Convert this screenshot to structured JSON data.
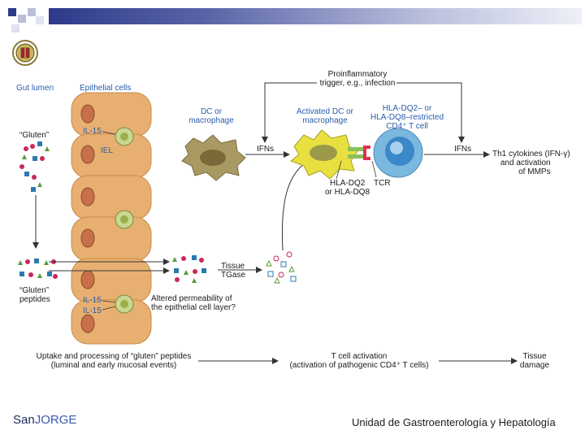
{
  "header": {
    "colors": {
      "accent_dark": "#2e3a8a",
      "accent_light": "#b9bedc"
    }
  },
  "labels": {
    "gut_lumen": "Gut lumen",
    "epithelial_cells": "Epithelial cells",
    "gluten": "“Gluten”",
    "il15_top": "IL-15",
    "iel": "IEL",
    "dc_macrophage_1": "DC or",
    "dc_macrophage_2": "macrophage",
    "proinflammatory_1": "Proinflammatory",
    "proinflammatory_2": "trigger, e.g., infection",
    "activated_dc_1": "Activated DC or",
    "activated_dc_2": "macrophage",
    "hla_tcell_1": "HLA-DQ2– or",
    "hla_tcell_2": "HLA-DQ8–restricted",
    "hla_tcell_3": "CD4⁺ T cell",
    "ifns_left": "IFNs",
    "ifns_right": "IFNs",
    "th1_1": "Th1 cytokines (IFN-γ)",
    "th1_2": "and activation",
    "th1_3": "of MMPs",
    "hla_dq2_1": "HLA-DQ2",
    "hla_dq2_2": "or HLA-DQ8",
    "tcr": "TCR",
    "gluten_peptides_1": "“Gluten”",
    "gluten_peptides_2": "peptides",
    "il15_bottom_1": "IL-15",
    "il15_bottom_2": "IL-15",
    "tissue_tgase_1": "Tissue",
    "tissue_tgase_2": "TGase",
    "permeability_1": "Altered permeability of",
    "permeability_2": "the epithelial cell layer?",
    "uptake_1": "Uptake and processing of “gluten” peptides",
    "uptake_2": "(luminal and early mucosal events)",
    "tcell_activation_1": "T cell activation",
    "tcell_activation_2": "(activation of pathogenic CD4⁺ T cells)",
    "tissue_damage_1": "Tissue",
    "tissue_damage_2": "damage"
  },
  "footer": {
    "brand_left": "San",
    "brand_right": "JORGE",
    "unit": "Unidad de Gastroenterología y Hepatología"
  }
}
